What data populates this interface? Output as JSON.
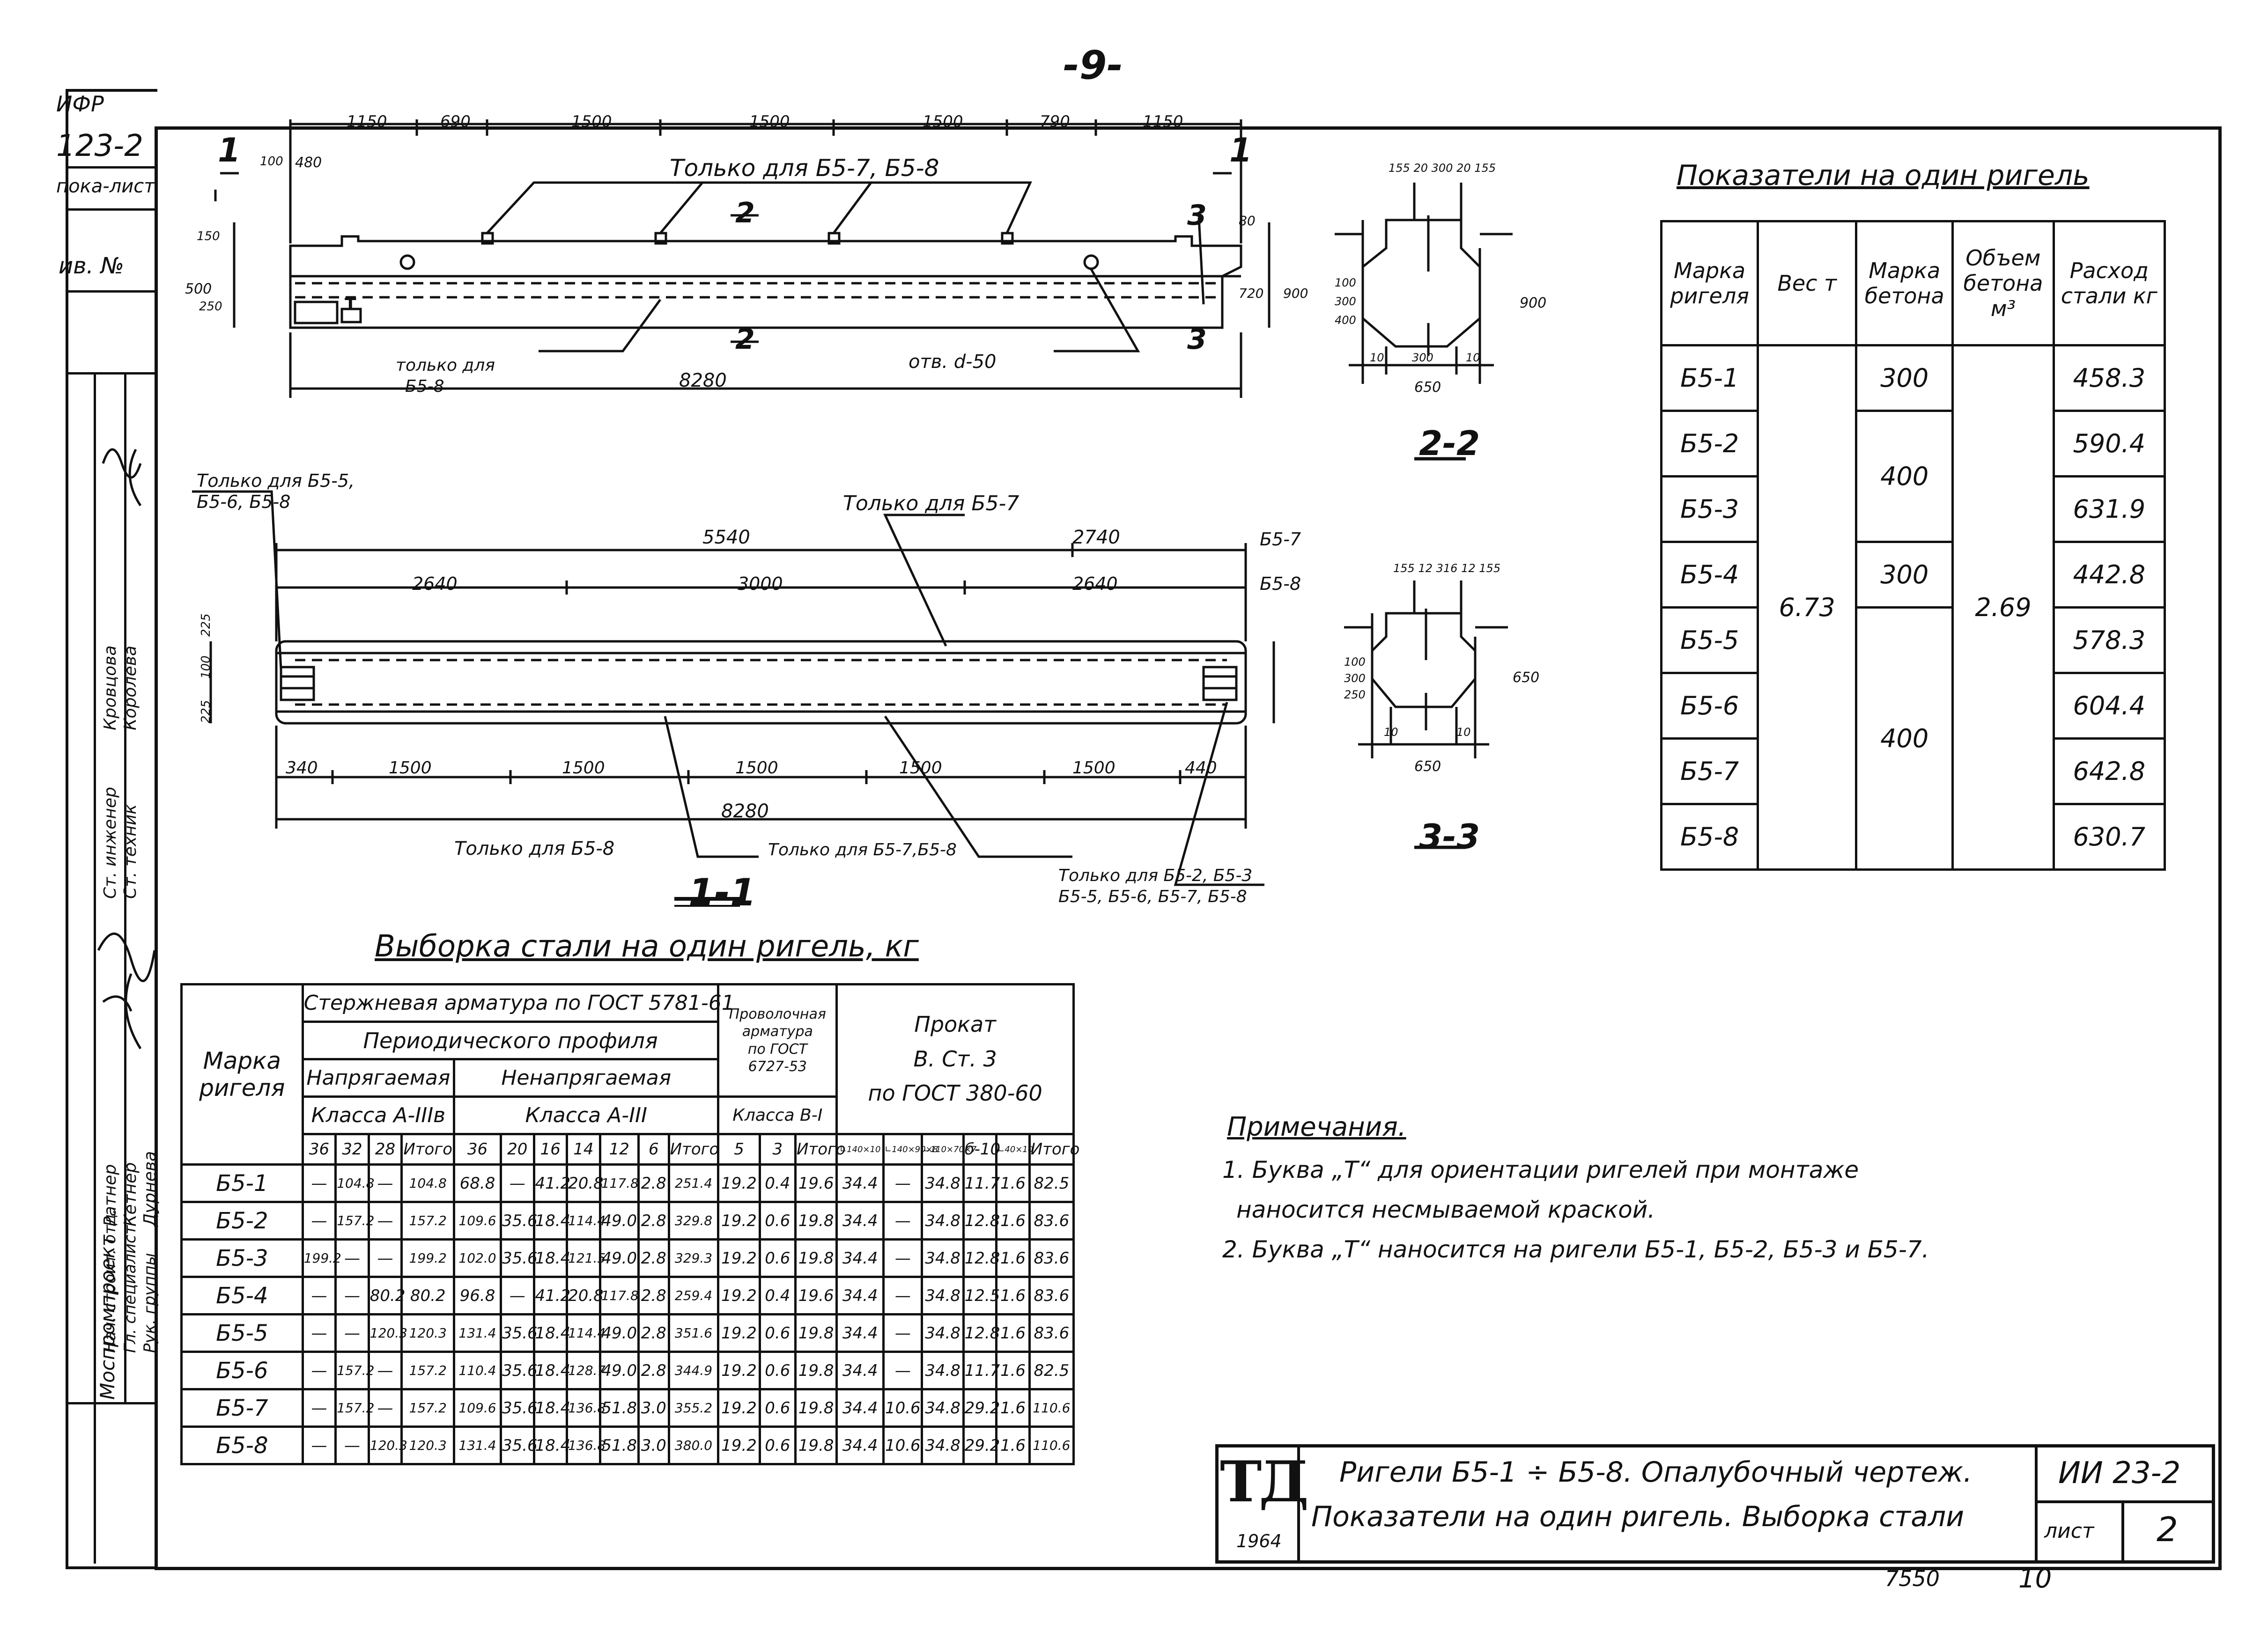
{
  "page_number": "-9-",
  "side_stamp": {
    "top_labels": [
      "ИФР",
      "123-2",
      "пока-лист",
      "ив. №"
    ],
    "roles": [
      "Нач. строит. отд.",
      "Гл. специалист",
      "Рук. группы",
      "Ст. инженер",
      "Ст. техник",
      "Н. контр."
    ],
    "names": [
      "Ратнер",
      "Кетнер",
      "Дурнева",
      "Кровцова",
      "Королева"
    ],
    "org": "Моспромпроект"
  },
  "elevation": {
    "dims_top": [
      "1150",
      "690",
      "1500",
      "1500",
      "1500",
      "790",
      "1150"
    ],
    "left_small": [
      "100",
      "480"
    ],
    "note_top": "Только для Б5-7, Б5-8",
    "section_mark_2": "2",
    "section_mark_3": "3",
    "section_mark_1": "1",
    "marker_T": "Т",
    "note_only_58": "только для",
    "note_only_58b": "Б5-8",
    "note_hole": "отв. d-50",
    "overall": "8280",
    "left_dims": [
      "150",
      "500",
      "250"
    ],
    "right_dims": [
      "80",
      "720",
      "900"
    ]
  },
  "plan": {
    "note_left_a": "Только для Б5-5,",
    "note_left_b": "Б5-6, Б5-8",
    "note_top_right": "Только для Б5-7",
    "dims_row1": [
      "5540",
      "2740"
    ],
    "dims_row1_label": "Б5-7",
    "dims_row2": [
      "2640",
      "3000",
      "2640"
    ],
    "dims_row2_label": "Б5-8",
    "dims_bottom": [
      "340",
      "1500",
      "1500",
      "1500",
      "1500",
      "1500",
      "440"
    ],
    "overall": "8280",
    "note_bottom_1": "Только для Б5-8",
    "note_bottom_2": "Только для Б5-7,Б5-8",
    "note_bottom_3a": "Только для Б5-2, Б5-3",
    "note_bottom_3b": "Б5-5, Б5-6, Б5-7, Б5-8",
    "left_dims": [
      "225",
      "100",
      "225"
    ],
    "title": "1-1"
  },
  "section_22": {
    "title": "2-2",
    "top_dims": [
      "155",
      "20",
      "300",
      "20",
      "155"
    ],
    "left": [
      "100",
      "300",
      "400"
    ],
    "right": "900",
    "bottom": [
      "10",
      "300",
      "10"
    ],
    "width": "650"
  },
  "section_33": {
    "title": "3-3",
    "top_dims": [
      "155",
      "12",
      "316",
      "12",
      "155"
    ],
    "left": [
      "100",
      "300",
      "250"
    ],
    "right": "650",
    "bottom": [
      "10",
      "10"
    ],
    "width": "650"
  },
  "indicators": {
    "title": "Показатели на один ригель",
    "headers": [
      "Марка ригеля",
      "Вес т",
      "Марка бетона",
      "Объем бетона м³",
      "Расход стали кг"
    ],
    "marks": [
      "Б5-1",
      "Б5-2",
      "Б5-3",
      "Б5-4",
      "Б5-5",
      "Б5-6",
      "Б5-7",
      "Б5-8"
    ],
    "weight": "6.73",
    "volume": "2.69",
    "concrete": [
      "300",
      "400",
      "300",
      "400"
    ],
    "steel": [
      "458.3",
      "590.4",
      "631.9",
      "442.8",
      "578.3",
      "604.4",
      "642.8",
      "630.7"
    ]
  },
  "steel_table": {
    "title": "Выборка стали на один ригель, кг",
    "h_mark": "Марка ригеля",
    "h_rod": "Стержневая арматура по ГОСТ 5781-61",
    "h_periodic": "Периодического профиля",
    "h_prestress": "Напрягаемая",
    "h_nonprestress": "Ненапрягаемая",
    "h_class_a": "Класса А-IIIв",
    "h_class_b": "Класса А-III",
    "h_wire_a": "Проволочная",
    "h_wire_b": "арматура",
    "h_wire_c": "по ГОСТ",
    "h_wire_d": "6727-53",
    "h_wire_class": "Класса В-I",
    "h_rolled_a": "Прокат",
    "h_rolled_b": "В. Ст. 3",
    "h_rolled_c": "по ГОСТ 380-60",
    "cols": [
      "36",
      "32",
      "28",
      "Итого",
      "36",
      "20",
      "16",
      "14",
      "12",
      "6",
      "Итого",
      "5",
      "3",
      "Итого",
      "∟140×10",
      "∟140×90×8",
      "∟110×70×7",
      "б-10",
      "∟40×10",
      "Итого"
    ],
    "rows": [
      [
        "Б5-1",
        "—",
        "104.8",
        "—",
        "104.8",
        "68.8",
        "—",
        "41.2",
        "20.8",
        "117.8",
        "2.8",
        "251.4",
        "19.2",
        "0.4",
        "19.6",
        "34.4",
        "—",
        "34.8",
        "11.7",
        "1.6",
        "82.5"
      ],
      [
        "Б5-2",
        "—",
        "157.2",
        "—",
        "157.2",
        "109.6",
        "35.6",
        "18.4",
        "114.4",
        "49.0",
        "2.8",
        "329.8",
        "19.2",
        "0.6",
        "19.8",
        "34.4",
        "—",
        "34.8",
        "12.8",
        "1.6",
        "83.6"
      ],
      [
        "Б5-3",
        "199.2",
        "—",
        "—",
        "199.2",
        "102.0",
        "35.6",
        "18.4",
        "121.5",
        "49.0",
        "2.8",
        "329.3",
        "19.2",
        "0.6",
        "19.8",
        "34.4",
        "—",
        "34.8",
        "12.8",
        "1.6",
        "83.6"
      ],
      [
        "Б5-4",
        "—",
        "—",
        "80.2",
        "80.2",
        "96.8",
        "—",
        "41.2",
        "20.8",
        "117.8",
        "2.8",
        "259.4",
        "19.2",
        "0.4",
        "19.6",
        "34.4",
        "—",
        "34.8",
        "12.5",
        "1.6",
        "83.6"
      ],
      [
        "Б5-5",
        "—",
        "—",
        "120.3",
        "120.3",
        "131.4",
        "35.6",
        "18.4",
        "114.4",
        "49.0",
        "2.8",
        "351.6",
        "19.2",
        "0.6",
        "19.8",
        "34.4",
        "—",
        "34.8",
        "12.8",
        "1.6",
        "83.6"
      ],
      [
        "Б5-6",
        "—",
        "157.2",
        "—",
        "157.2",
        "110.4",
        "35.6",
        "18.4",
        "128.7",
        "49.0",
        "2.8",
        "344.9",
        "19.2",
        "0.6",
        "19.8",
        "34.4",
        "—",
        "34.8",
        "11.7",
        "1.6",
        "82.5"
      ],
      [
        "Б5-7",
        "—",
        "157.2",
        "—",
        "157.2",
        "109.6",
        "35.6",
        "18.4",
        "136.8",
        "51.8",
        "3.0",
        "355.2",
        "19.2",
        "0.6",
        "19.8",
        "34.4",
        "10.6",
        "34.8",
        "29.2",
        "1.6",
        "110.6"
      ],
      [
        "Б5-8",
        "—",
        "—",
        "120.3",
        "120.3",
        "131.4",
        "35.6",
        "18.4",
        "136.8",
        "51.8",
        "3.0",
        "380.0",
        "19.2",
        "0.6",
        "19.8",
        "34.4",
        "10.6",
        "34.8",
        "29.2",
        "1.6",
        "110.6"
      ]
    ]
  },
  "notes": {
    "title": "Примечания.",
    "n1a": "1. Буква „Т“ для ориентации ригелей при монтаже",
    "n1b": "наносится несмываемой краской.",
    "n2": "2. Буква „Т“ наносится на ригели Б5-1, Б5-2, Б5-3 и Б5-7."
  },
  "title_block": {
    "logo": "ТД",
    "year": "1964",
    "title1": "Ригели Б5-1 ÷ Б5-8. Опалубочный чертеж.",
    "title2": "Показатели на один ригель. Выборка стали",
    "code": "ИИ 23-2",
    "sheet_label": "лист",
    "sheet_no": "2"
  },
  "footer": [
    "7550",
    "10"
  ]
}
